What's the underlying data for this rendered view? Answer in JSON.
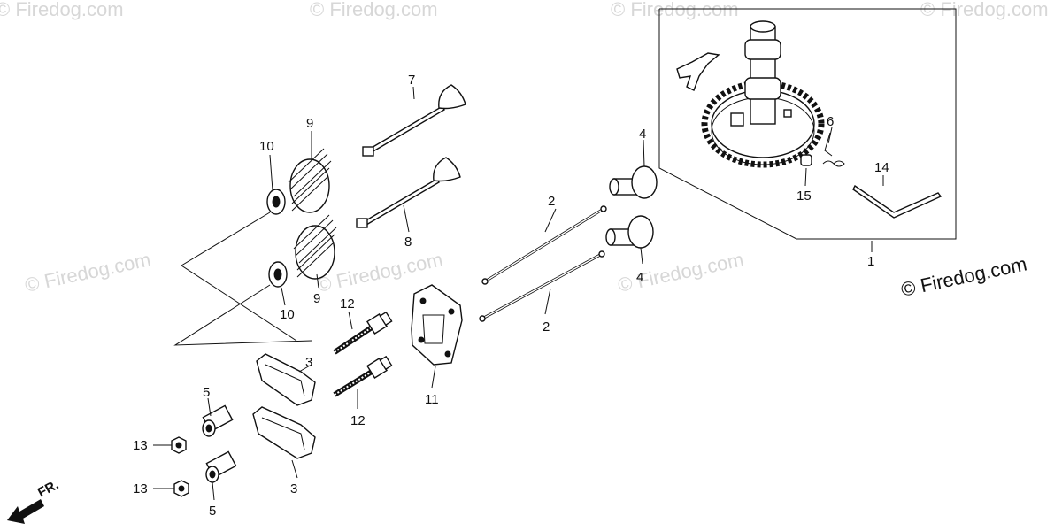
{
  "watermark": "© Firedog.com",
  "brand": "© Firedog.com",
  "direction": "FR.",
  "callouts": {
    "c1": "1",
    "c2a": "2",
    "c2b": "2",
    "c3a": "3",
    "c3b": "3",
    "c4a": "4",
    "c4b": "4",
    "c5a": "5",
    "c5b": "5",
    "c6": "6",
    "c7": "7",
    "c8": "8",
    "c9a": "9",
    "c9b": "9",
    "c10a": "10",
    "c10b": "10",
    "c11": "11",
    "c12a": "12",
    "c12b": "12",
    "c13a": "13",
    "c13b": "13",
    "c14": "14",
    "c15": "15"
  }
}
